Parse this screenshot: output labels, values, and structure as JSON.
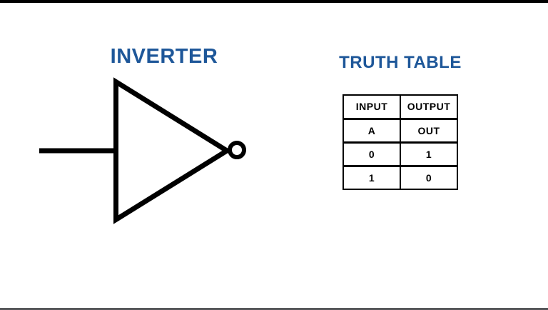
{
  "titles": {
    "gate": "INVERTER",
    "truth_table": "TRUTH TABLE"
  },
  "gate": {
    "symbol": "not-gate-triangle-with-inversion-bubble",
    "parts": [
      "input-wire",
      "triangle-body",
      "inversion-bubble"
    ]
  },
  "truth_table": {
    "headers": {
      "input": "INPUT",
      "output": "OUTPUT"
    },
    "signals": {
      "input": "A",
      "output": "OUT"
    },
    "rows": [
      {
        "input": "0",
        "output": "1"
      },
      {
        "input": "1",
        "output": "0"
      }
    ]
  },
  "colors": {
    "title_blue": "#1E5799",
    "diagram_black": "#000000",
    "top_bar": "#000000",
    "bottom_bar": "#56575A",
    "background": "#FFFFFF"
  }
}
